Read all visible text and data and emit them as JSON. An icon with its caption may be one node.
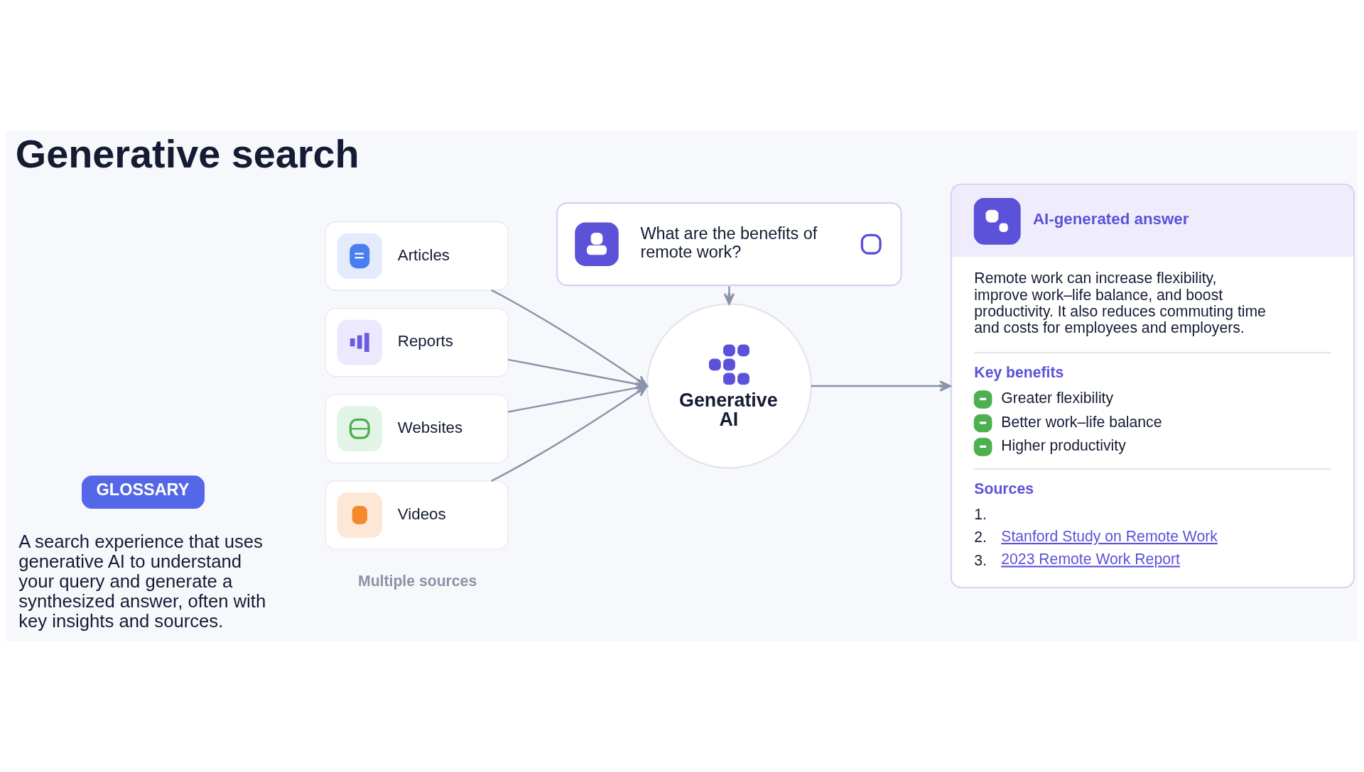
{
  "diagram": {
    "title": "Generative search",
    "nodes": [
      {
        "text": [
          "GLOSSARY"
        ]
      },
      {
        "text": [
          "What are the benefits of remote work?"
        ]
      },
      {
        "text": [
          "Articles"
        ]
      },
      {
        "text": [
          "Reports"
        ]
      },
      {
        "text": [
          "Websites"
        ]
      },
      {
        "text": [
          "Videos"
        ]
      },
      {
        "text": [
          "Generative AI"
        ]
      },
      {
        "text": [
          "AI-generated answer",
          "Remote work can increase flexibility, improve work–life balance, and boost productivity. It also reduces commuting time and costs for employees and employers.",
          "Key benefits",
          "Greater flexibility",
          "Better work–life balance",
          "Higher productivity",
          "Sources",
          "1.",
          "2.",
          "Stanford Study on Remote Work",
          "3.",
          "2023 Remote Work Report"
        ]
      }
    ],
    "edges": [
      {
        "from": 1,
        "to": 6,
        "arrow": "to"
      },
      {
        "from": 2,
        "to": 6,
        "arrow": "to"
      },
      {
        "from": 3,
        "to": 6,
        "arrow": "to"
      },
      {
        "from": 4,
        "to": 6,
        "arrow": "to"
      },
      {
        "from": 5,
        "to": 6,
        "arrow": "to"
      },
      {
        "from": 6,
        "to": 7,
        "arrow": "to"
      }
    ],
    "labels": [
      "A search experience that uses generative AI to understand your query and generate a synthesized answer, often with key insights and sources.",
      "Multiple sources"
    ]
  }
}
